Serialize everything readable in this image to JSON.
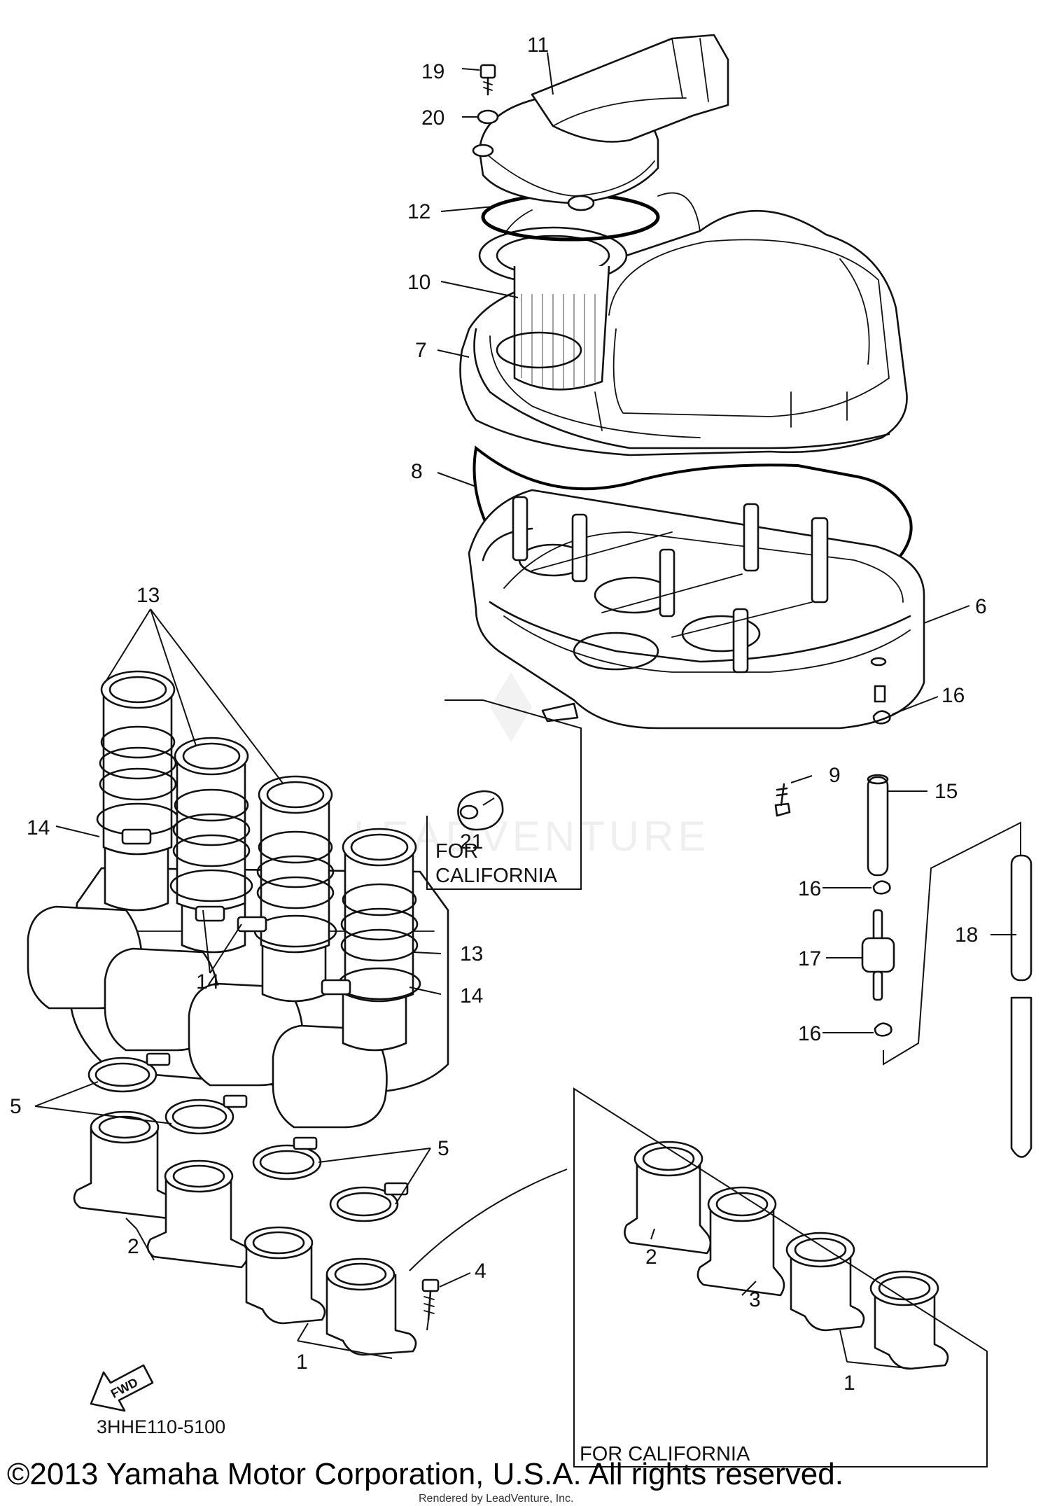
{
  "diagram": {
    "part_labels": {
      "p1": "1",
      "p1b": "1",
      "p2": "2",
      "p2b": "2",
      "p3": "3",
      "p4": "4",
      "p5a": "5",
      "p5b": "5",
      "p6": "6",
      "p7": "7",
      "p8": "8",
      "p9": "9",
      "p10": "10",
      "p11": "11",
      "p12": "12",
      "p13a": "13",
      "p13b": "13",
      "p14a": "14",
      "p14b": "14",
      "p14c": "14",
      "p15": "15",
      "p16a": "16",
      "p16b": "16",
      "p16c": "16",
      "p17": "17",
      "p18": "18",
      "p19": "19",
      "p20": "20",
      "p21": "21"
    },
    "california_box_1": [
      "FOR",
      "CALIFORNIA"
    ],
    "california_box_2": "FOR CALIFORNIA",
    "fwd_arrow": "FWD",
    "diagram_code": "3HHE110-5100",
    "watermark": "LEADVENTURE",
    "copyright": "©2013 Yamaha Motor Corporation, U.S.A. All rights reserved.",
    "rendered_by": "Rendered by LeadVenture, Inc."
  }
}
